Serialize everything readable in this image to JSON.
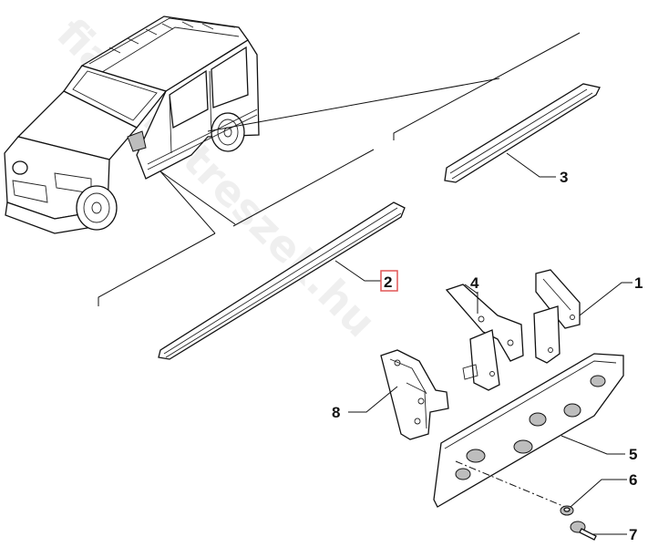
{
  "watermark": "fiatalkatreszek.hu",
  "callouts": [
    {
      "id": "1",
      "label": "1"
    },
    {
      "id": "2",
      "label": "2"
    },
    {
      "id": "3",
      "label": "3"
    },
    {
      "id": "4",
      "label": "4"
    },
    {
      "id": "5",
      "label": "5"
    },
    {
      "id": "6",
      "label": "6"
    },
    {
      "id": "7",
      "label": "7"
    },
    {
      "id": "8",
      "label": "8"
    }
  ],
  "selected_callout": "2",
  "colors": {
    "highlight": "#e05555",
    "line": "#111111",
    "part_fill": "#ffffff",
    "shade": "#bdbdbd"
  }
}
